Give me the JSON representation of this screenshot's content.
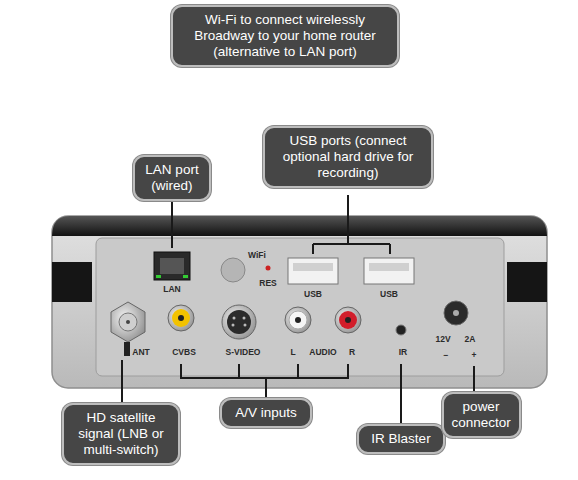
{
  "diagram": {
    "nodes": [
      {
        "text": [
          "Wi-Fi to connect wirelessly Broadway to your home router (alternative to LAN port)"
        ]
      },
      {
        "text": [
          "LAN port (wired)"
        ]
      },
      {
        "text": [
          "USB ports (connect optional hard drive for recording)"
        ]
      },
      {
        "text": [
          "HD satellite signal (LNB or multi-switch)"
        ]
      },
      {
        "text": [
          "A/V inputs"
        ]
      },
      {
        "text": [
          "IR Blaster"
        ]
      },
      {
        "text": [
          "power connector"
        ]
      }
    ],
    "labels": [
      "WiFi",
      "RES",
      "LAN",
      "USB",
      "USB",
      "ANT",
      "CVBS",
      "S-VIDEO",
      "L",
      "AUDIO",
      "R",
      "IR",
      "12V",
      "2A",
      "−",
      "+"
    ]
  }
}
